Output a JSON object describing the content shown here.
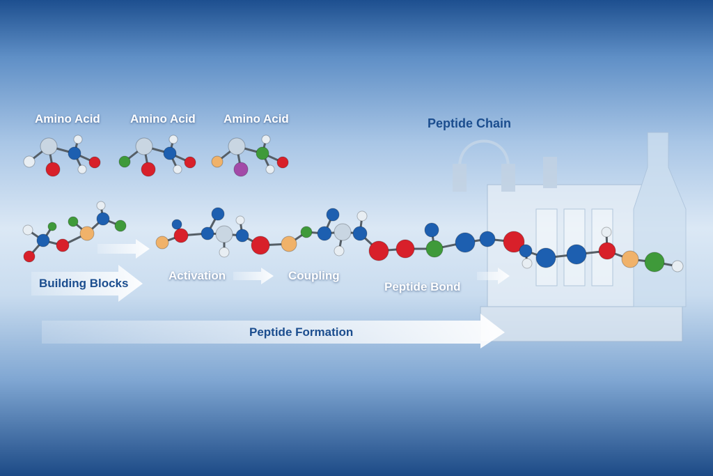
{
  "labels": {
    "amino_acids": [
      "Amino Acid",
      "Amino Acid",
      "Amino Acid"
    ],
    "peptide_chain": "Peptide Chain",
    "building_blocks": "Building Blocks",
    "activation": "Activation",
    "coupling": "Coupling",
    "peptide_bond": "Peptide Bond",
    "peptide_formation": "Peptide Formation"
  },
  "colors": {
    "carbon": "#c9d6e2",
    "oxygen": "#d8202a",
    "nitrogen": "#1d5fb0",
    "hydrogen": "#e8eef3",
    "green": "#3f9a3a",
    "orange": "#f0b26a",
    "purple": "#a24aa8",
    "bond": "#555e66",
    "text_blue": "#1b4d8e"
  }
}
